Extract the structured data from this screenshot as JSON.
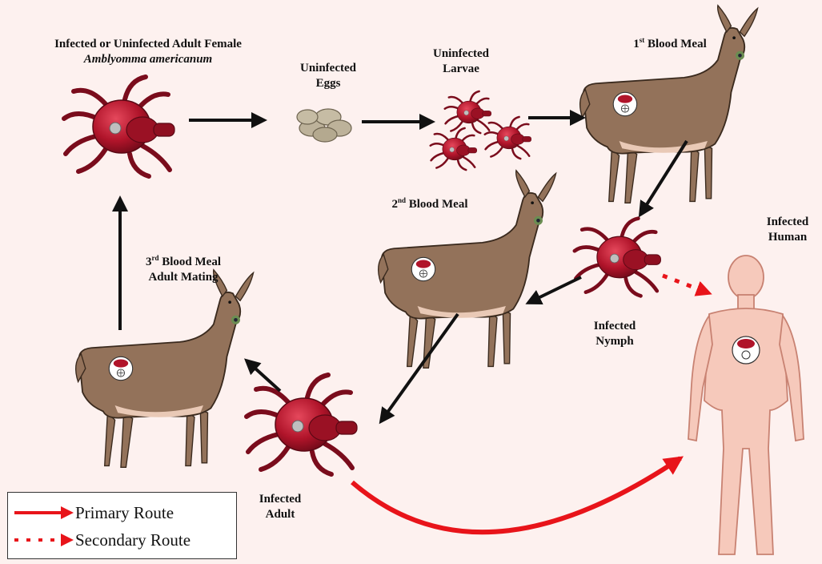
{
  "labels": {
    "adult_female_line1": "Infected or Uninfected Adult Female",
    "adult_female_line2": "Amblyomma americanum",
    "eggs_line1": "Uninfected",
    "eggs_line2": "Eggs",
    "larvae_line1": "Uninfected",
    "larvae_line2": "Larvae",
    "meal1_prefix": "1",
    "meal1_sup": "st",
    "meal1_suffix": " Blood Meal",
    "meal2_prefix": "2",
    "meal2_sup": "nd",
    "meal2_suffix": " Blood Meal",
    "meal3_prefix": "3",
    "meal3_sup": "rd",
    "meal3_suffix": " Blood Meal",
    "meal3_line2": "Adult Mating",
    "nymph_line1": "Infected",
    "nymph_line2": "Nymph",
    "adult_line1": "Infected",
    "adult_line2": "Adult",
    "human_line1": "Infected",
    "human_line2": "Human"
  },
  "legend": {
    "primary": "Primary Route",
    "secondary": "Secondary Route"
  },
  "colors": {
    "tick_body": "#b0142a",
    "tick_dark": "#6e0a18",
    "deer_body": "#93725a",
    "deer_outline": "#3a2a1e",
    "deer_belly": "#e9c9b6",
    "human_skin": "#f6c9bb",
    "human_outline": "#c88272",
    "route_red": "#e8141a",
    "arrow_black": "#111111",
    "egg": "#bdb29a"
  }
}
